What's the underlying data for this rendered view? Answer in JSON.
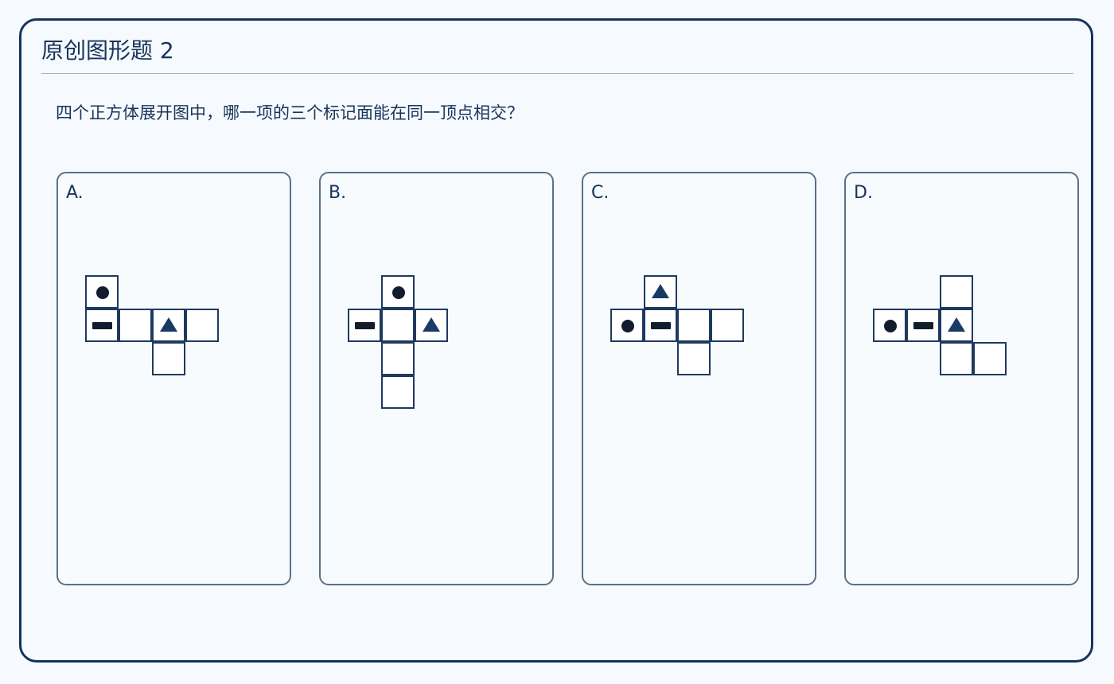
{
  "title": "原创图形题 2",
  "question": "四个正方体展开图中，哪一项的三个标记面能在同一顶点相交？",
  "colors": {
    "frame_border": "#16345a",
    "text": "#16345a",
    "card_border": "#5a7189",
    "cell_border": "#1e3a5f",
    "mark_fill": "#121c2c",
    "triangle_fill": "#1a3a66"
  },
  "options": [
    {
      "label": "A.",
      "cells": [
        {
          "col": 0,
          "row": 0,
          "mark": "dot"
        },
        {
          "col": 0,
          "row": 1,
          "mark": "bar"
        },
        {
          "col": 1,
          "row": 1,
          "mark": ""
        },
        {
          "col": 2,
          "row": 1,
          "mark": "triangle"
        },
        {
          "col": 3,
          "row": 1,
          "mark": ""
        },
        {
          "col": 2,
          "row": 2,
          "mark": ""
        }
      ]
    },
    {
      "label": "B.",
      "cells": [
        {
          "col": 1,
          "row": 0,
          "mark": "dot"
        },
        {
          "col": 0,
          "row": 1,
          "mark": "bar"
        },
        {
          "col": 1,
          "row": 1,
          "mark": ""
        },
        {
          "col": 2,
          "row": 1,
          "mark": "triangle"
        },
        {
          "col": 1,
          "row": 2,
          "mark": ""
        },
        {
          "col": 1,
          "row": 3,
          "mark": ""
        }
      ]
    },
    {
      "label": "C.",
      "cells": [
        {
          "col": 1,
          "row": 0,
          "mark": "triangle"
        },
        {
          "col": 0,
          "row": 1,
          "mark": "dot"
        },
        {
          "col": 1,
          "row": 1,
          "mark": "bar"
        },
        {
          "col": 2,
          "row": 1,
          "mark": ""
        },
        {
          "col": 3,
          "row": 1,
          "mark": ""
        },
        {
          "col": 2,
          "row": 2,
          "mark": ""
        }
      ]
    },
    {
      "label": "D.",
      "cells": [
        {
          "col": 2,
          "row": 0,
          "mark": ""
        },
        {
          "col": 0,
          "row": 1,
          "mark": "dot"
        },
        {
          "col": 1,
          "row": 1,
          "mark": "bar"
        },
        {
          "col": 2,
          "row": 1,
          "mark": "triangle"
        },
        {
          "col": 2,
          "row": 2,
          "mark": ""
        },
        {
          "col": 3,
          "row": 2,
          "mark": ""
        }
      ]
    }
  ]
}
